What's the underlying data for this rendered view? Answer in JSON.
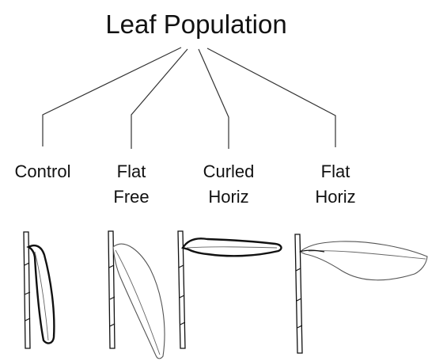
{
  "title": "Leaf Population",
  "categories": [
    {
      "line1": "Control",
      "line2": ""
    },
    {
      "line1": "Flat",
      "line2": "Free"
    },
    {
      "line1": "Curled",
      "line2": "Horiz"
    },
    {
      "line1": "Flat",
      "line2": "Horiz"
    }
  ]
}
